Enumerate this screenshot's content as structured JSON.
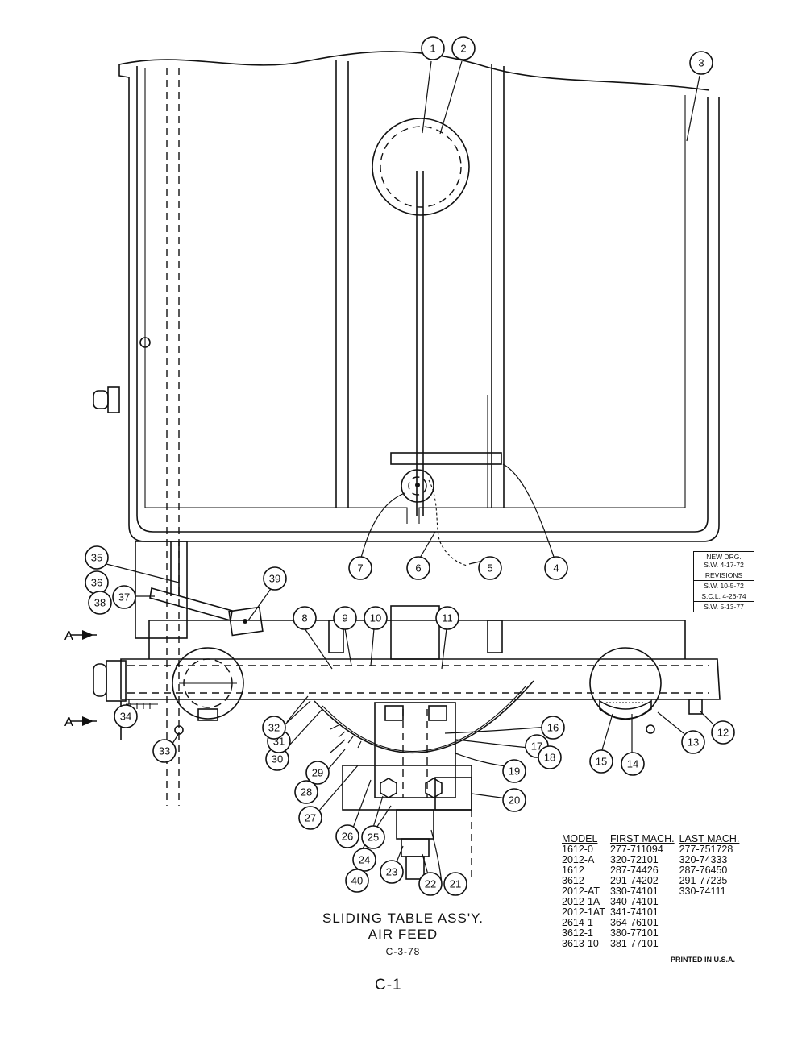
{
  "callouts": {
    "c1": "1",
    "c2": "2",
    "c3": "3",
    "c4": "4",
    "c5": "5",
    "c6": "6",
    "c7": "7",
    "c8": "8",
    "c9": "9",
    "c10": "10",
    "c11": "11",
    "c12": "12",
    "c13": "13",
    "c14": "14",
    "c15": "15",
    "c16": "16",
    "c17": "17",
    "c18": "18",
    "c19": "19",
    "c20": "20",
    "c21": "21",
    "c22": "22",
    "c23": "23",
    "c24": "24",
    "c25": "25",
    "c26": "26",
    "c27": "27",
    "c28": "28",
    "c29": "29",
    "c30": "30",
    "c31": "31",
    "c32": "32",
    "c33": "33",
    "c34": "34",
    "c35": "35",
    "c36": "36",
    "c37": "37",
    "c38": "38",
    "c39": "39",
    "c40": "40"
  },
  "section_marker": "A",
  "revision_block": {
    "new_drg": "NEW DRG.",
    "new_drg_date": "S.W. 4-17-72",
    "revisions_label": "REVISIONS",
    "rev1": "S.W. 10-5-72",
    "rev2": "S.C.L. 4-26-74",
    "rev3": "S.W. 5-13-77"
  },
  "model_table": {
    "headers": [
      "MODEL",
      "FIRST MACH.",
      "LAST MACH."
    ],
    "rows": [
      [
        "1612-0",
        "277-711094",
        "277-751728"
      ],
      [
        "2012-A",
        "320-72101",
        "320-74333"
      ],
      [
        "1612",
        "287-74426",
        "287-76450"
      ],
      [
        "3612",
        "291-74202",
        "291-77235"
      ],
      [
        "2012-AT",
        "330-74101",
        "330-74111"
      ],
      [
        "2012-1A",
        "340-74101",
        ""
      ],
      [
        "2012-1AT",
        "341-74101",
        ""
      ],
      [
        "2614-1",
        "364-76101",
        ""
      ],
      [
        "3612-1",
        "380-77101",
        ""
      ],
      [
        "3613-10",
        "381-77101",
        ""
      ]
    ]
  },
  "title": {
    "line1": "SLIDING TABLE ASS'Y.",
    "line2": "AIR FEED",
    "drawing_number": "C-3-78"
  },
  "printed": "PRINTED IN U.S.A.",
  "page_number": "C-1"
}
